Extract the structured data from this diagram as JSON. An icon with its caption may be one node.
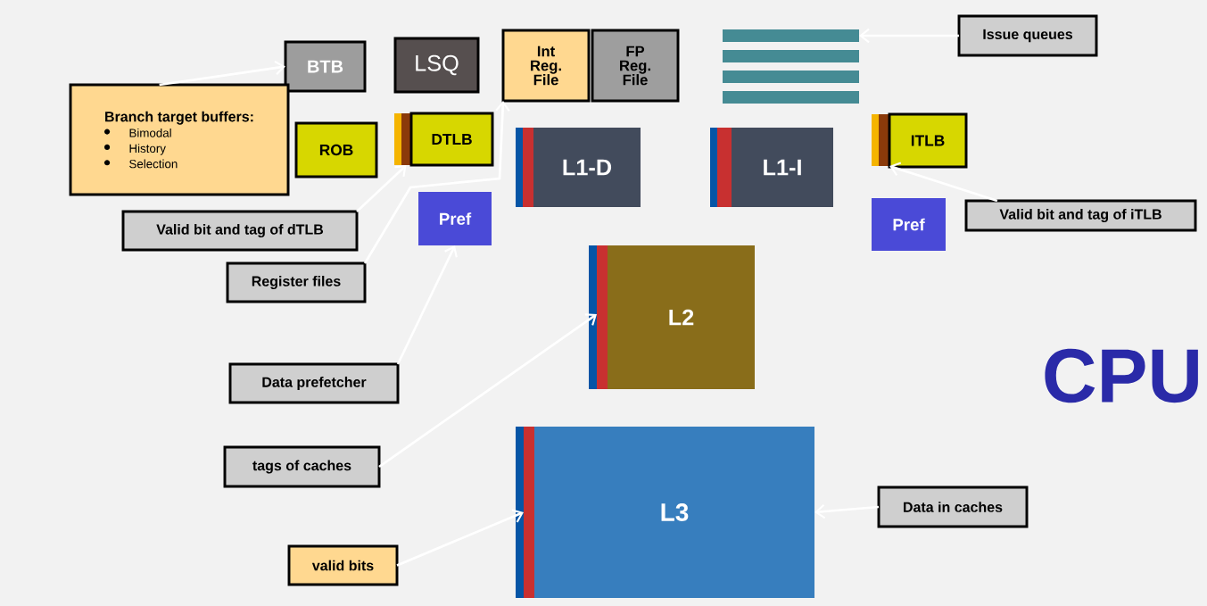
{
  "diagram": {
    "nodes": [
      {
        "text": [
          "BTB"
        ]
      },
      {
        "text": [
          "LSQ"
        ]
      },
      {
        "text": [
          "Int Reg. File"
        ]
      },
      {
        "text": [
          "FP Reg. File"
        ]
      },
      {
        "text": [],
        "shape": "bar"
      },
      {
        "text": [],
        "shape": "bar"
      },
      {
        "text": [],
        "shape": "bar"
      },
      {
        "text": [],
        "shape": "bar"
      },
      {
        "text": [
          "Issue queues"
        ]
      },
      {
        "text": [
          "Branch target buffers:",
          "Bimodal",
          "History",
          "Selection"
        ]
      },
      {
        "text": [
          "ROB"
        ]
      },
      {
        "text": [],
        "shape": "bar"
      },
      {
        "text": [
          "DTLB"
        ]
      },
      {
        "text": [
          "L1-D"
        ]
      },
      {
        "text": [
          "L1-I"
        ]
      },
      {
        "text": [],
        "shape": "bar"
      },
      {
        "text": [
          "ITLB"
        ]
      },
      {
        "text": [
          "Valid bit and tag of dTLB"
        ]
      },
      {
        "text": [
          "Pref"
        ]
      },
      {
        "text": [
          "Valid bit and tag of iTLB"
        ]
      },
      {
        "text": [
          "Pref"
        ]
      },
      {
        "text": [
          "Register files"
        ]
      },
      {
        "text": [],
        "shape": "bar"
      },
      {
        "text": [
          "L2"
        ]
      },
      {
        "text": [
          "Data prefetcher"
        ]
      },
      {
        "text": [
          "tags of caches"
        ]
      },
      {
        "text": [],
        "shape": "bar"
      },
      {
        "text": [
          "L3"
        ]
      },
      {
        "text": [
          "Data in caches"
        ]
      },
      {
        "text": [
          "valid bits"
        ]
      }
    ],
    "edges": [
      {
        "from": 9,
        "to": 0,
        "arrow": "to"
      },
      {
        "from": 8,
        "to": 4,
        "arrow": "to"
      },
      {
        "from": 17,
        "to": 11,
        "arrow": "to"
      },
      {
        "from": 21,
        "to": 2,
        "arrow": "to"
      },
      {
        "from": 19,
        "to": 15,
        "arrow": "to"
      },
      {
        "from": 24,
        "to": 18,
        "arrow": "to"
      },
      {
        "from": 25,
        "to": 22,
        "arrow": "to"
      },
      {
        "from": 28,
        "to": 27,
        "arrow": "to"
      },
      {
        "from": 29,
        "to": 26,
        "arrow": "to"
      }
    ],
    "labels": [
      "CPU"
    ]
  }
}
